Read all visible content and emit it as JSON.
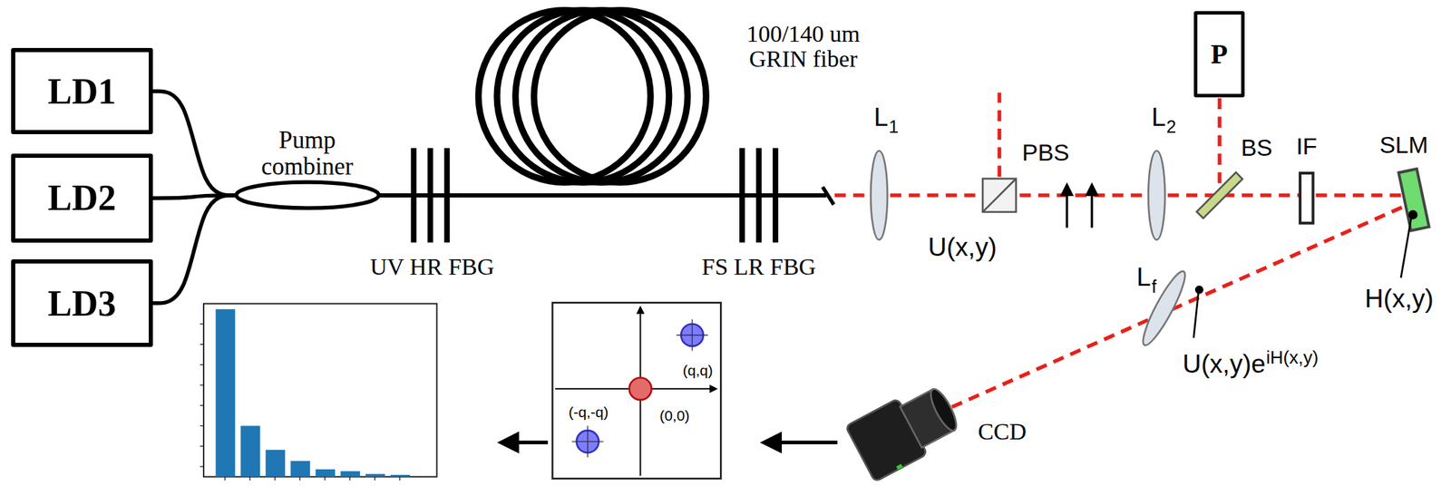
{
  "diagram": {
    "nodes": [
      {
        "text": [
          "LD1"
        ]
      },
      {
        "text": [
          "LD2"
        ]
      },
      {
        "text": [
          "LD3"
        ]
      },
      {
        "text": [
          "Pump combiner"
        ]
      },
      {
        "text": [
          "P"
        ]
      }
    ],
    "edges": [
      {
        "from": 0,
        "to": 3,
        "arrow": "none"
      },
      {
        "from": 1,
        "to": 3,
        "arrow": "none"
      },
      {
        "from": 2,
        "to": 3,
        "arrow": "none"
      }
    ],
    "labels": [
      "100/140 um GRIN fiber",
      "UV HR FBG",
      "FS LR FBG",
      "L",
      "1",
      "U(x,y)",
      "PBS",
      "L",
      "2",
      "BS",
      "IF",
      "SLM",
      "H(x,y)",
      "L",
      "f",
      "U(x,y)e",
      "iH(x,y)",
      "CCD",
      "(q,q)",
      "(-q,-q)",
      "(0,0)"
    ]
  }
}
